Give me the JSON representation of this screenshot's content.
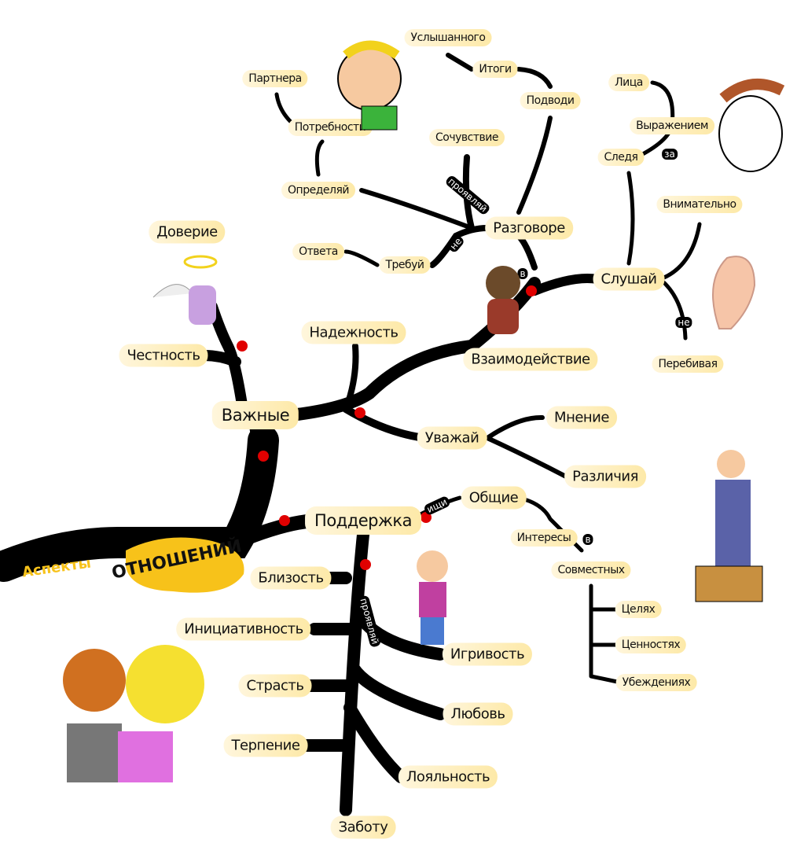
{
  "root": {
    "prefix": "Аспекты",
    "title": "ОТНОШЕНИЙ"
  },
  "nodes": {
    "vazhnye": "Важные",
    "podderzhka": "Поддержка",
    "chestnost": "Честность",
    "doverie": "Доверие",
    "nadezhnost": "Надежность",
    "vzaimodeystvie": "Взаимодействие",
    "uvazhay": "Уважай",
    "mnenie": "Мнение",
    "razlichiya": "Различия",
    "slushay": "Слушай",
    "vnimatelno": "Внимательно",
    "perebivaya": "Перебивая",
    "sledya": "Следя",
    "vyrazheniem": "Выражением",
    "litsa": "Лица",
    "razgovore": "Разговоре",
    "podvodi": "Подводи",
    "itogi": "Итоги",
    "uslyshannogo": "Услышанного",
    "sochuvstvie": "Сочувствие",
    "opredelyay": "Определяй",
    "potrebnosti": "Потребности",
    "partnera": "Партнера",
    "trebuy": "Требуй",
    "otveta": "Ответа",
    "obshchie": "Общие",
    "interesy": "Интересы",
    "sovmestnykh": "Совместных",
    "tselyakh": "Целях",
    "tsennostyakh": "Ценностях",
    "ubezhdeniyakh": "Убеждениях",
    "blizost": "Близость",
    "initsiativnost": "Инициативность",
    "strast": "Страсть",
    "terpenie": "Терпение",
    "zabotu": "Заботу",
    "loyalnost": "Лояльность",
    "lyubov": "Любовь",
    "igrivost": "Игривость"
  },
  "tags": {
    "ishchi": "ищи",
    "v1": "в",
    "proyavlyay1": "проявляй",
    "proyavlyay2": "проявляй",
    "ne1": "не",
    "v2": "в",
    "za": "за",
    "ne2": "не"
  },
  "colors": {
    "branch": "#000000",
    "node_bg": "#fde9a8",
    "center": "#f7c21a",
    "dot": "#e00000"
  }
}
